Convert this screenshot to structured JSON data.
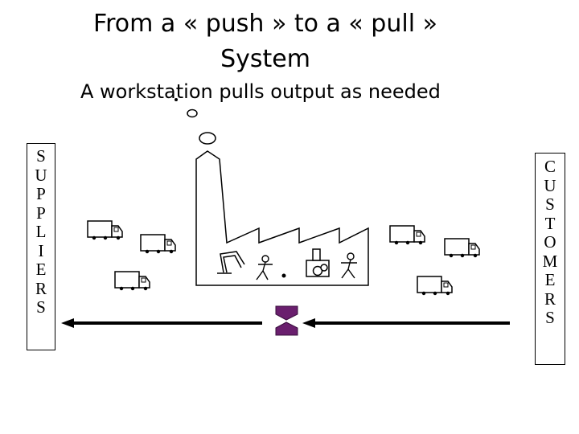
{
  "title": {
    "line1": "From a « push » to a « pull »",
    "line2": "System"
  },
  "subtitle": "A workstation pulls output as needed",
  "suppliers_letters": [
    "S",
    "U",
    "P",
    "P",
    "L",
    "I",
    "E",
    "R",
    "S"
  ],
  "customers_letters": [
    "C",
    "U",
    "S",
    "T",
    "O",
    "M",
    "E",
    "R",
    "S"
  ],
  "colors": {
    "kanban_purple": "#6a1f6e",
    "line": "#000000"
  }
}
